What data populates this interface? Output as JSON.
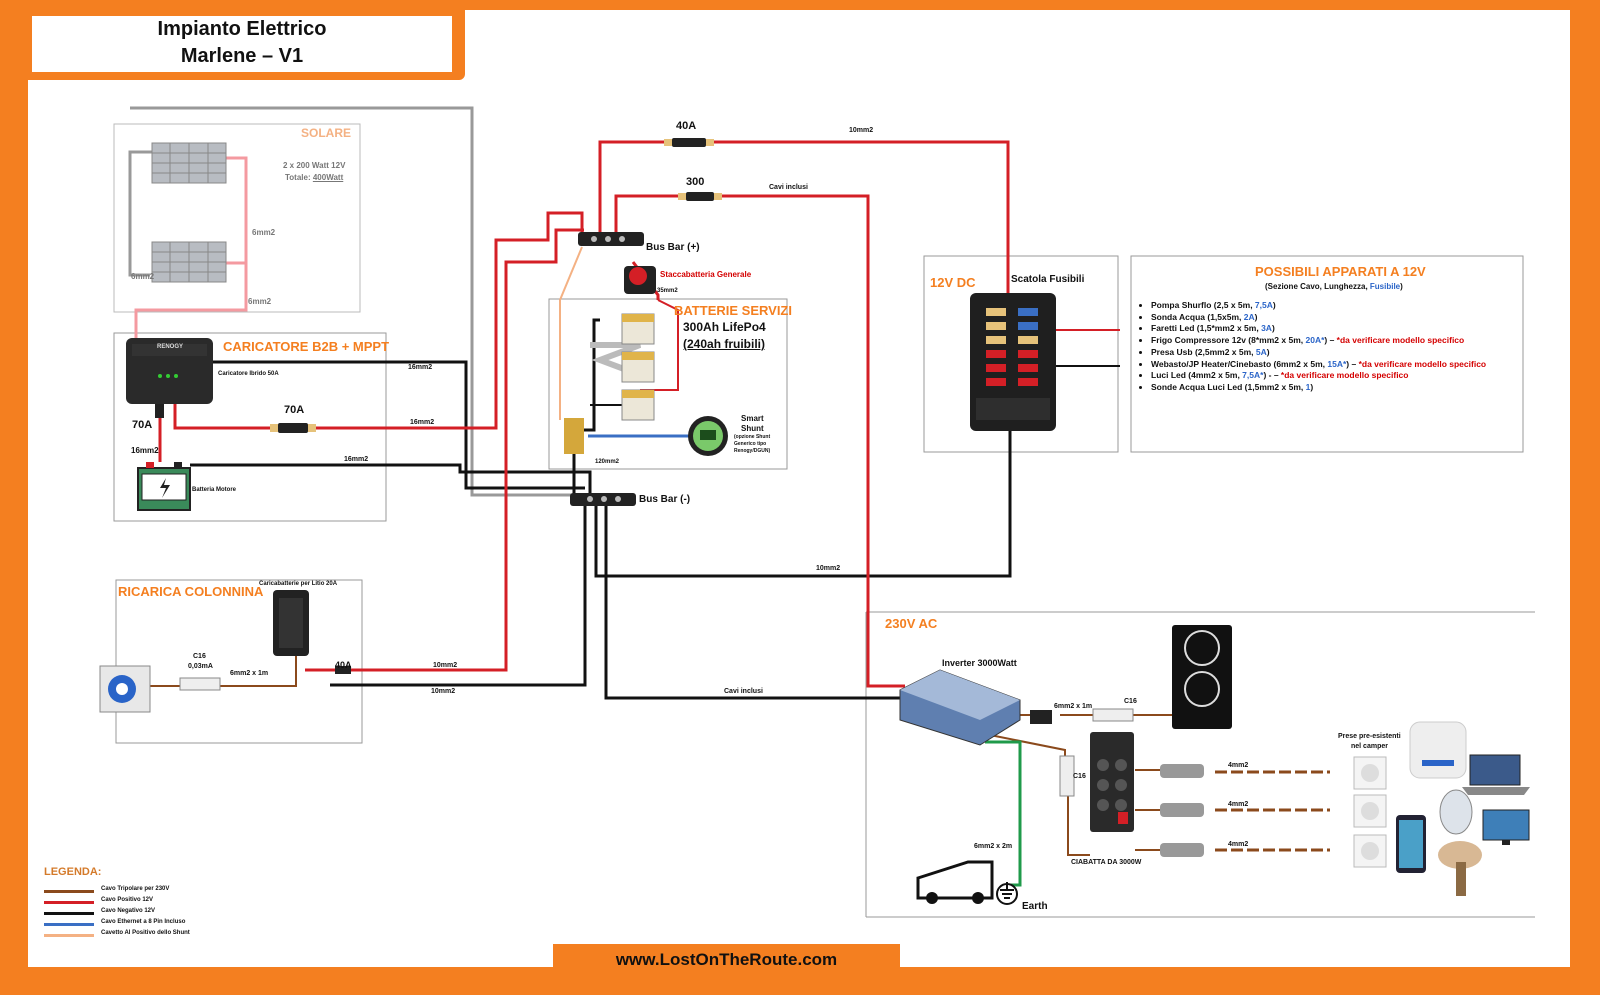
{
  "title": {
    "line1": "Impianto Elettrico",
    "line2": "Marlene – V1"
  },
  "sections": {
    "solare": "SOLARE",
    "caricatore": "CARICATORE B2B + MPPT",
    "batterie": "BATTERIE SERVIZI",
    "dc12": "12V DC",
    "possibili": "POSSIBILI APPARATI A 12V",
    "colonnina": "RICARICA COLONNINA",
    "ac230": "230V AC"
  },
  "solar": {
    "spec1": "2 x 200 Watt 12V",
    "spec2_prefix": "Totale: ",
    "spec2_value": "400Watt",
    "cable1": "6mm2",
    "cable2": "6mm2",
    "cable3": "6mm2"
  },
  "charger": {
    "brand": "RENOGY",
    "name": "Caricatore Ibrido 50A",
    "cable": "16mm2"
  },
  "fuses": {
    "f40_top": "40A",
    "f300": "300",
    "f70_mid": "70A",
    "f70_side": "70A",
    "f40_col": "40A"
  },
  "busbar": {
    "pos": "Bus Bar (+)",
    "neg": "Bus Bar (-)"
  },
  "staccabatteria": "Staccabatteria Generale",
  "batteries": {
    "cap": "300Ah LifePo4",
    "usable": "(240ah fruibili)",
    "cable": "35mm2",
    "cable_neg": "120mm2"
  },
  "shunt": {
    "title1": "Smart",
    "title2": "Shunt",
    "note1": "(opzione Shunt",
    "note2": "Generico tipo",
    "note3": "Renogy/DGUN)"
  },
  "wire_labels": {
    "w10_top": "10mm2",
    "cavi_inclusi_top": "Cavi inclusi",
    "w16_charger": "16mm2",
    "w16_fuse": "16mm2",
    "w16_motor": "16mm2",
    "w16_motor_side": "16mm2",
    "w10_neg": "10mm2",
    "w10_col_red": "10mm2",
    "w10_col_black": "10mm2",
    "cavi_inclusi_inv": "Cavi inclusi"
  },
  "motor_battery": "Batteria Motore",
  "fusebox": {
    "name": "Scatola Fusibili"
  },
  "possibili_subtitle": {
    "a": "(Sezione Cavo, Lunghezza, ",
    "b": "Fusibile",
    "c": ")"
  },
  "appliances": [
    {
      "t": "Pompa Shurflo (2,5 x 5m, ",
      "f": "7,5A",
      "e": ")",
      "w": ""
    },
    {
      "t": "Sonda  Acqua (1,5x5m, ",
      "f": "2A",
      "e": ")",
      "w": ""
    },
    {
      "t": "Faretti Led (1,5*mm2 x 5m, ",
      "f": "3A",
      "e": ")",
      "w": ""
    },
    {
      "t": "Frigo Compressore 12v (8*mm2 x 5m, ",
      "f": "20A*",
      "e": ") – ",
      "w": "*da verificare modello specifico"
    },
    {
      "t": "Presa Usb (2,5mm2 x 5m, ",
      "f": "5A",
      "e": ")",
      "w": ""
    },
    {
      "t": "Webasto/JP Heater/Cinebasto (6mm2 x 5m, ",
      "f": "15A*",
      "e": ") – ",
      "w": "*da verificare modello specifico"
    },
    {
      "t": "Luci Led (4mm2 x 5m, ",
      "f": "7,5A*",
      "e": ") - – ",
      "w": "*da verificare modello specifico"
    },
    {
      "t": "Sonde Acqua Luci Led (1,5mm2 x 5m, ",
      "f": "1",
      "e": ")",
      "w": ""
    }
  ],
  "colonnina": {
    "charger": "Caricabatterie per Litio 20A",
    "breaker1": "C16",
    "breaker2": "0,03mA",
    "cable": "6mm2 x 1m"
  },
  "ac": {
    "inverter": "Inverter 3000Watt",
    "cable1": "6mm2 x 1m",
    "breaker": "C16",
    "breaker2": "C16",
    "power_strip": "CIABATTA DA 3000W",
    "outlets_label1": "Prese pre-esistenti",
    "outlets_label2": "nel camper",
    "w4a": "4mm2",
    "w4b": "4mm2",
    "w4c": "4mm2",
    "earth_cable": "6mm2 x 2m",
    "earth": "Earth"
  },
  "legend": {
    "title": "LEGENDA:",
    "items": [
      {
        "label": "Cavo Tripolare per 230V",
        "color": "#8b4a1c"
      },
      {
        "label": "Cavo Positivo 12V",
        "color": "#d41f26"
      },
      {
        "label": "Cavo Negativo 12V",
        "color": "#111111"
      },
      {
        "label": "Cavo Ethernet a 8 Pin Incluso",
        "color": "#3a6fc4"
      },
      {
        "label": "Cavetto Al Positivo dello Shunt",
        "color": "#f4b183"
      }
    ]
  },
  "footer": "www.LostOnTheRoute.com"
}
